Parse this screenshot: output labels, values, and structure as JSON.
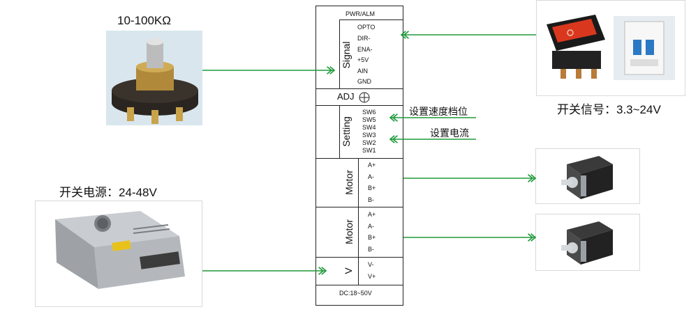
{
  "potentiometer": {
    "caption": "10-100KΩ",
    "icon": "potentiometer-photo"
  },
  "power_supply": {
    "caption": "开关电源：24-48V",
    "icon": "power-supply-photo"
  },
  "switches": {
    "caption": "开关信号：3.3~24V",
    "icons": [
      "rocker-switch-photo",
      "circuit-breaker-photo"
    ]
  },
  "motors": {
    "icons": [
      "stepper-motor-photo",
      "stepper-motor-photo"
    ]
  },
  "driver": {
    "top_label": "PWR/ALM",
    "bottom_label": "DC:18~50V",
    "adj_label": "ADJ",
    "groups": {
      "signal": {
        "name": "Signal",
        "pins": [
          "OPTO",
          "DIR-",
          "ENA-",
          "+5V",
          "AIN",
          "GND"
        ]
      },
      "setting": {
        "name": "Setting",
        "pins": [
          "SW6",
          "SW5",
          "SW4",
          "SW3",
          "SW2",
          "SW1"
        ]
      },
      "motor1": {
        "name": "Motor",
        "pins": [
          "A+",
          "A-",
          "B+",
          "B-"
        ]
      },
      "motor2": {
        "name": "Motor",
        "pins": [
          "A+",
          "A-",
          "B+",
          "B-"
        ]
      },
      "power": {
        "name": "V",
        "pins": [
          "V-",
          "V+"
        ]
      }
    }
  },
  "annotations": {
    "speed_setting": "设置速度档位",
    "current_setting": "设置电流"
  },
  "colors": {
    "wire": "#1f9a3a",
    "frame": "#222222"
  }
}
